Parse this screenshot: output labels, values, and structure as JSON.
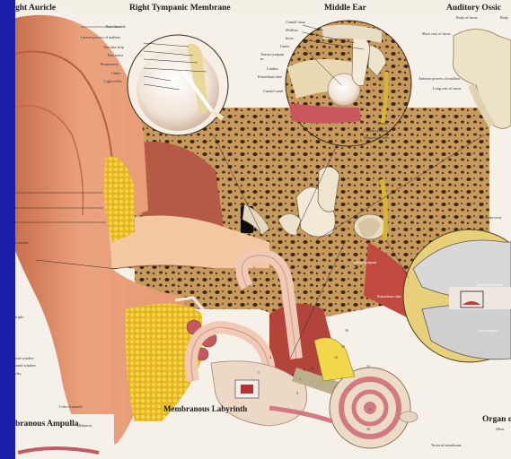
{
  "headings": {
    "auricle": "ght Auricle",
    "tympanic": "Right Tympanic Membrane",
    "middle_ear": "Middle Ear",
    "ossicles": "Auditory Ossic",
    "labyrinth": "Membranous Labyrinth",
    "ampulla": "branous Ampulla",
    "ampulla_note": "(Balance)",
    "organ": "Organ o"
  },
  "tympanic_labels": [
    "Pars flaccida",
    "Lateral process of malleus",
    "Vascular strip",
    "Pars tensa",
    "Promontory",
    "Umbo",
    "Light reflex"
  ],
  "middle_ear_labels": [
    "Cranial fossa",
    "Malleus",
    "Incus",
    "Umbo",
    "Tensor tympani m.",
    "Limbus",
    "Eustachian tube",
    "Carotid canal"
  ],
  "middle_ear_bottom_labels": [
    "Stapes",
    "Chorda tympani n.",
    "Mastoid air cells"
  ],
  "ossicle_labels": [
    "Body of incus",
    "Body",
    "Short crus of incus",
    "Anterior process of malleus",
    "Long crus of incus"
  ],
  "labyrinth_numbers": [
    "1",
    "2",
    "3",
    "4",
    "5",
    "6",
    "7",
    "8",
    "9",
    "10",
    "11",
    "12",
    "13",
    "14",
    "15",
    "16"
  ],
  "cochlea_labels": [
    "Scala vesti",
    "Ductus cochlearis",
    "Scala tympani"
  ],
  "canal_labels": [
    "Tensor tympani m.",
    "Eustachian tube"
  ],
  "left_labels": [
    "s meatus",
    "iciple",
    "rnal window",
    "ound window",
    "cles",
    "Lobe of auricle"
  ],
  "bottom_label": "Tectorial membrane",
  "organ_note": "(Hear",
  "colors": {
    "frame": "#1b1fa8",
    "skin": "#e9a27c",
    "bone": "#c9a064",
    "cartilage": "#e7c9a3"
  }
}
